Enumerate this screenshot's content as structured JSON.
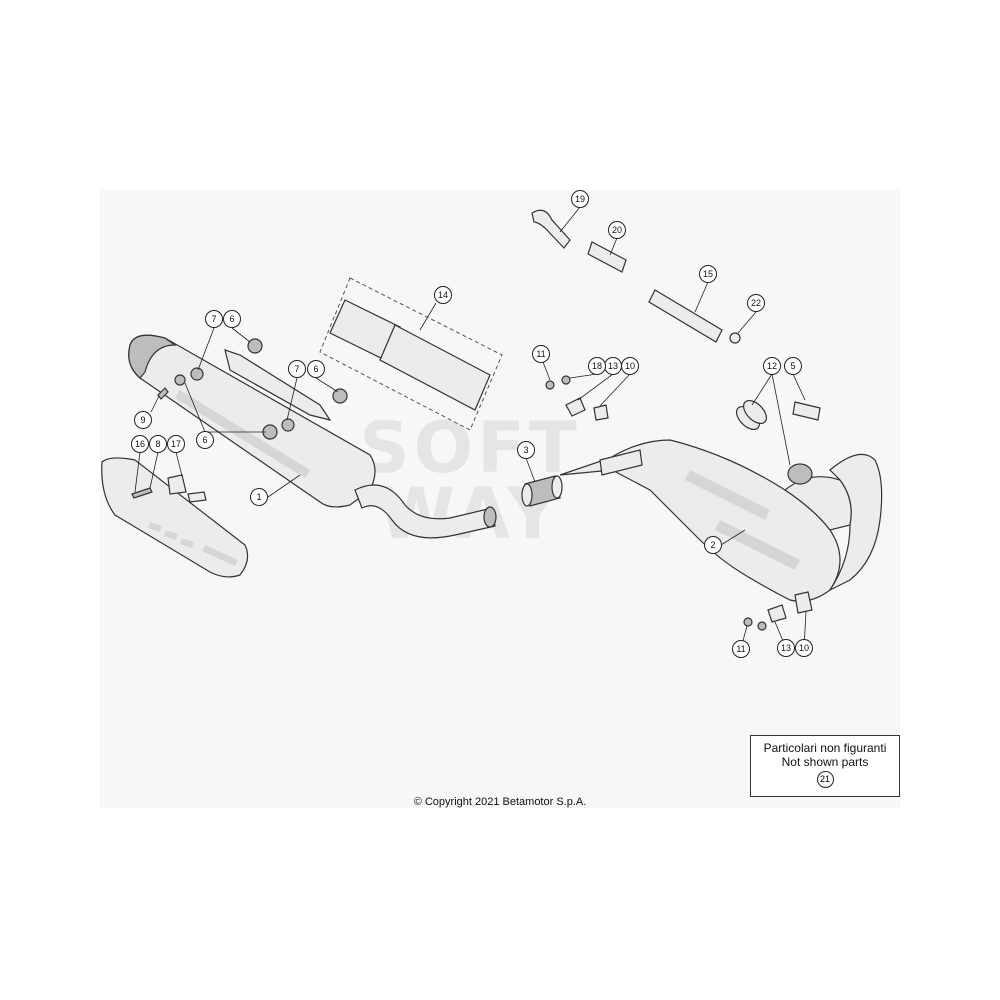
{
  "callouts": {
    "c1": "1",
    "c2": "2",
    "c3": "3",
    "c5": "5",
    "c6a": "6",
    "c6b": "6",
    "c6c": "6",
    "c7a": "7",
    "c7b": "7",
    "c8": "8",
    "c9": "9",
    "c10a": "10",
    "c10b": "10",
    "c11a": "11",
    "c11b": "11",
    "c12": "12",
    "c13a": "13",
    "c13b": "13",
    "c14": "14",
    "c15": "15",
    "c16": "16",
    "c17": "17",
    "c18": "18",
    "c19": "19",
    "c20": "20",
    "c22": "22"
  },
  "legend": {
    "line1": "Particolari non figuranti",
    "line2": "Not shown parts",
    "number": "21"
  },
  "watermark": "SOFT WAY",
  "copyright": "© Copyright 2021 Betamotor S.p.A."
}
